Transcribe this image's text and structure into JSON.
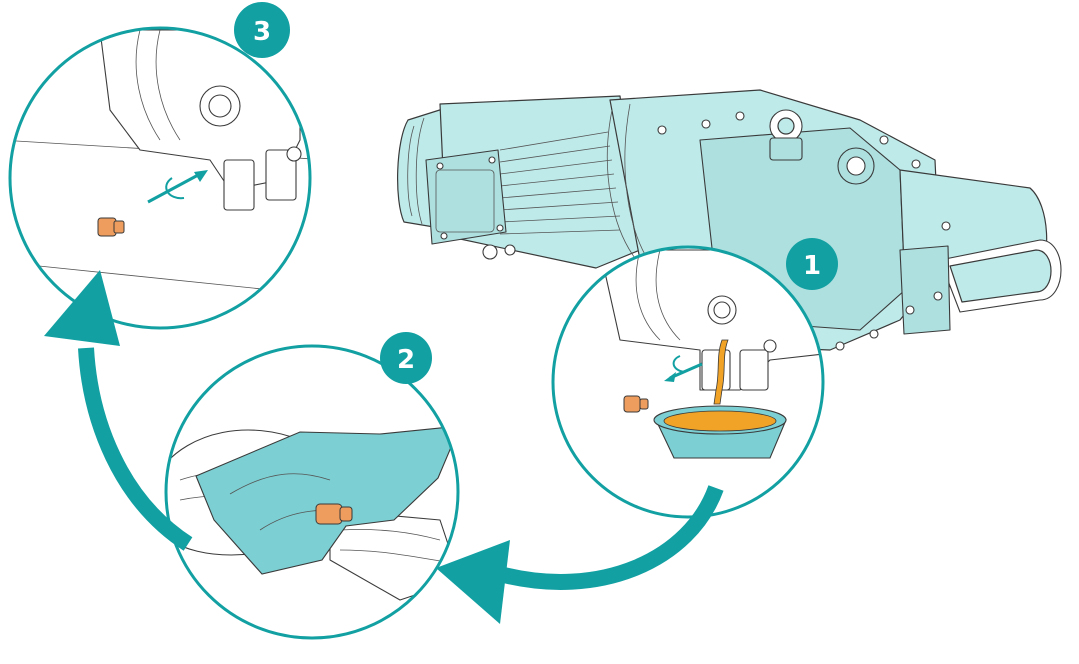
{
  "colors": {
    "teal": "#12a0a2",
    "pump_fill": "#bfeaea",
    "oil": "#f0a326",
    "plug": "#ee9d5e",
    "cloth": "#7ccfd2",
    "outline": "#3a3a3a"
  },
  "steps": [
    {
      "number": "1",
      "action": "unscrew-drain-plug-and-drain-oil"
    },
    {
      "number": "2",
      "action": "clean-drain-plug-with-cloth"
    },
    {
      "number": "3",
      "action": "screw-drain-plug-back"
    }
  ],
  "icons": [
    "rotation-arrow-icon",
    "direction-arrow-icon",
    "flow-arrow-icon"
  ]
}
